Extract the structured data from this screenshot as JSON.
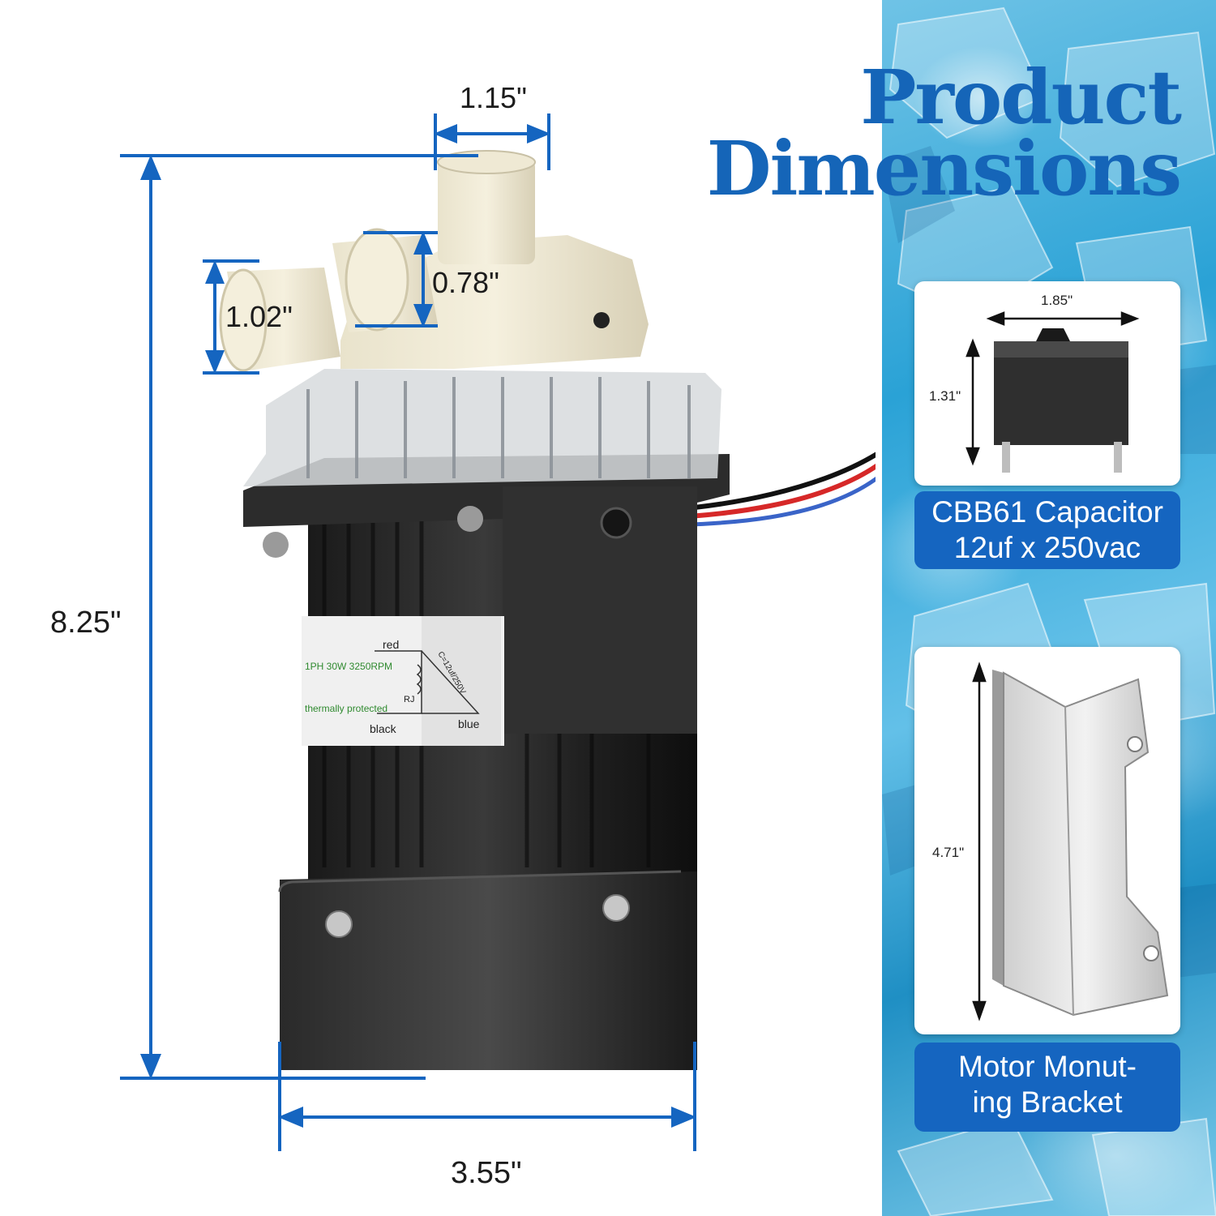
{
  "title": {
    "line1": "Product",
    "line2": "Dimensions"
  },
  "pump_dimensions": {
    "top_outlet_width": "1.15\"",
    "side_outlet_height": "0.78\"",
    "inlet_height": "1.02\"",
    "total_height": "8.25\"",
    "base_width": "3.55\""
  },
  "motor_label": {
    "rating": "1PH 30W 3250RPM",
    "protection": "thermally protected",
    "wire_red": "red",
    "wire_black": "black",
    "wire_blue": "blue",
    "thermal_switch": "RJ",
    "capacitor_marking": "C=12uf/250V"
  },
  "capacitor": {
    "width": "1.85\"",
    "height": "1.31\"",
    "caption_line1": "CBB61 Capacitor",
    "caption_line2": "12uf x 250vac"
  },
  "bracket": {
    "height": "4.71\"",
    "caption_line1": "Motor Monut-",
    "caption_line2": "ing Bracket"
  },
  "colors": {
    "accent_blue": "#1565b8",
    "dimension_line": "#1565c0",
    "caption_bg": "#1565c0",
    "ice_blue": "#2aa2d6"
  }
}
